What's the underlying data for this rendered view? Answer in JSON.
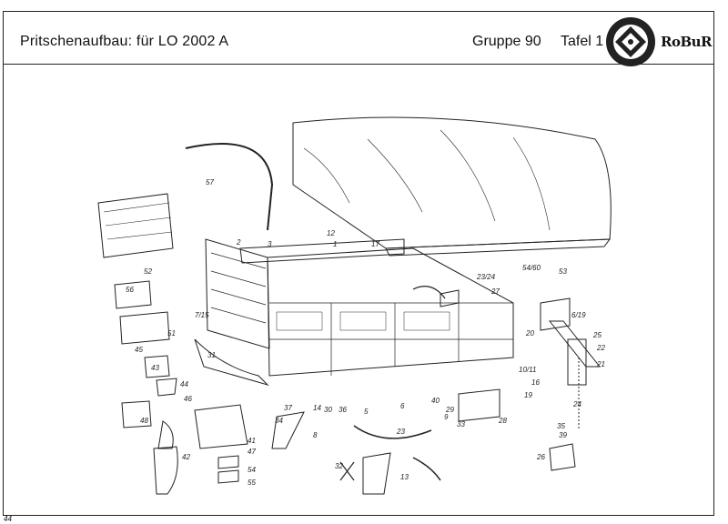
{
  "header": {
    "title": "Pritschenaufbau: für LO 2002 A",
    "group": "Gruppe 90",
    "plate": "Tafel 1",
    "brand": "RoBuR"
  },
  "callouts": [
    "57",
    "52",
    "56",
    "51",
    "45",
    "43",
    "44",
    "46",
    "48",
    "42",
    "41",
    "47",
    "54",
    "55",
    "2",
    "3",
    "12",
    "1",
    "17",
    "7/15",
    "31",
    "14",
    "30",
    "36",
    "5",
    "37",
    "34",
    "8",
    "6",
    "23/24",
    "27",
    "54/60",
    "53",
    "6/19",
    "20",
    "25",
    "22",
    "21",
    "10/11",
    "19",
    "16",
    "9",
    "28",
    "33",
    "39",
    "26",
    "35",
    "32",
    "23",
    "13",
    "29",
    "24",
    "40"
  ],
  "footer": {
    "mark": "44"
  }
}
